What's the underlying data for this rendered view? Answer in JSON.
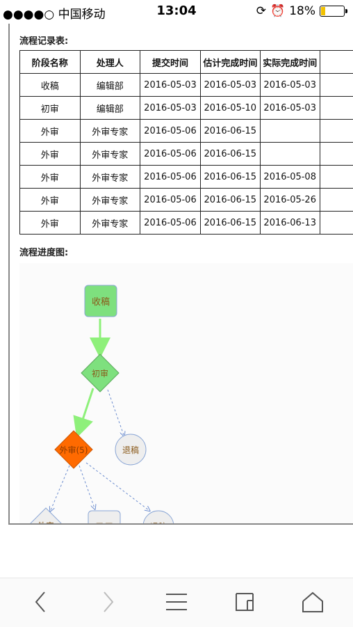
{
  "status_bar": {
    "carrier": "●●●●○ 中国移动",
    "time": "13:04",
    "battery": "18%",
    "battery_level": 0.18
  },
  "records": {
    "title": "流程记录表:",
    "columns": [
      "阶段名称",
      "处理人",
      "提交时间",
      "估计完成时间",
      "实际完成时间"
    ],
    "rows": [
      [
        "收稿",
        "编辑部",
        "2016-05-03",
        "2016-05-03",
        "2016-05-03"
      ],
      [
        "初审",
        "编辑部",
        "2016-05-03",
        "2016-05-10",
        "2016-05-03"
      ],
      [
        "外审",
        "外审专家",
        "2016-05-06",
        "2016-06-15",
        ""
      ],
      [
        "外审",
        "外审专家",
        "2016-05-06",
        "2016-06-15",
        ""
      ],
      [
        "外审",
        "外审专家",
        "2016-05-06",
        "2016-06-15",
        "2016-05-08"
      ],
      [
        "外审",
        "外审专家",
        "2016-05-06",
        "2016-06-15",
        "2016-05-26"
      ],
      [
        "外审",
        "外审专家",
        "2016-05-06",
        "2016-06-15",
        "2016-06-13"
      ]
    ]
  },
  "diagram": {
    "title": "流程进度图:",
    "nodes": {
      "received": "收稿",
      "first_review": "初审",
      "external_review": "外审(5)",
      "reject_1": "退稿",
      "external_review_sub": "外审",
      "accept": "录用",
      "reject_2": "退稿"
    },
    "colors": {
      "green_fill": "#7ee07e",
      "green_stroke": "#5aa85a",
      "green_arrow": "#8ef07a",
      "orange_fill": "#ff6a00",
      "gray_fill": "#eeeeee",
      "node_stroke": "#8aa6d6",
      "text_brown": "#8a5a1a",
      "dashed": "#6b8ccf"
    }
  },
  "bottom_nav": {
    "icons": [
      "back-icon",
      "forward-icon",
      "menu-icon",
      "tabs-icon",
      "home-icon"
    ]
  }
}
